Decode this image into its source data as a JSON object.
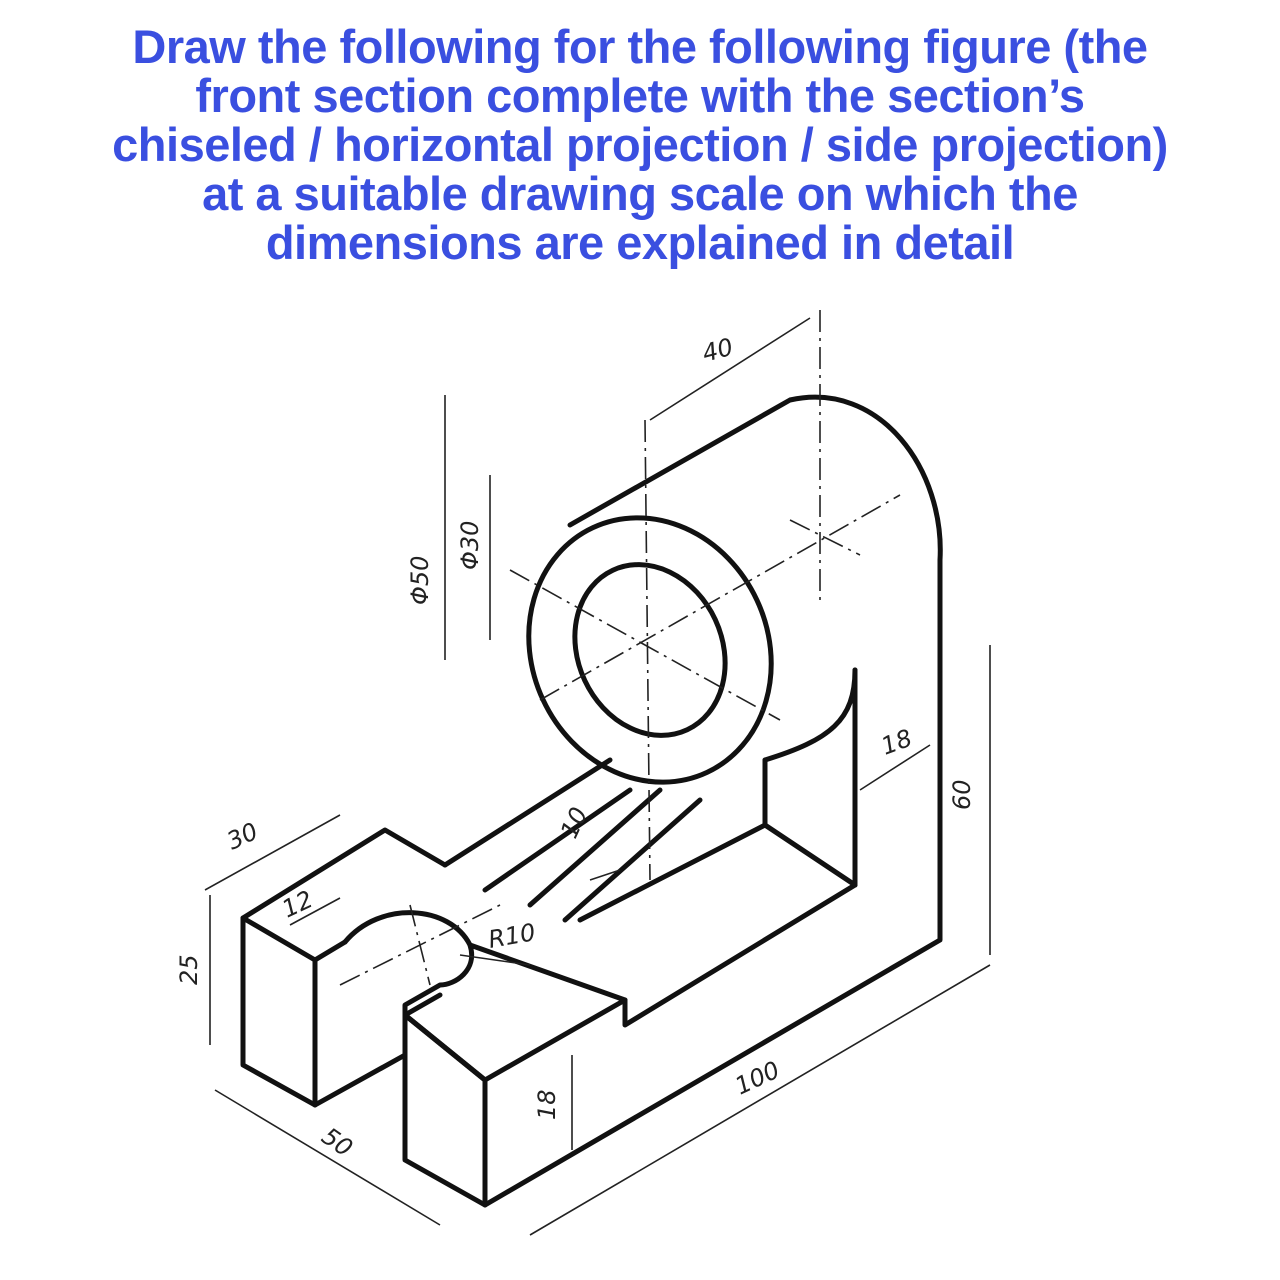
{
  "title_lines": [
    "Draw the following for the following figure (the",
    "front section complete with the section’s",
    "chiseled / horizontal projection / side projection)",
    "at a suitable drawing scale on which the",
    "dimensions are explained in detail"
  ],
  "dimensions": {
    "d40": "40",
    "d50_dia": "Φ50",
    "d30_dia": "Φ30",
    "d18_web": "18",
    "d60": "60",
    "d10": "10",
    "d30": "30",
    "d12": "12",
    "r10": "R10",
    "d25": "25",
    "d18_height": "18",
    "d100": "100",
    "d50": "50"
  },
  "colors": {
    "title": "#3a4fe0",
    "lines": "#111111"
  }
}
